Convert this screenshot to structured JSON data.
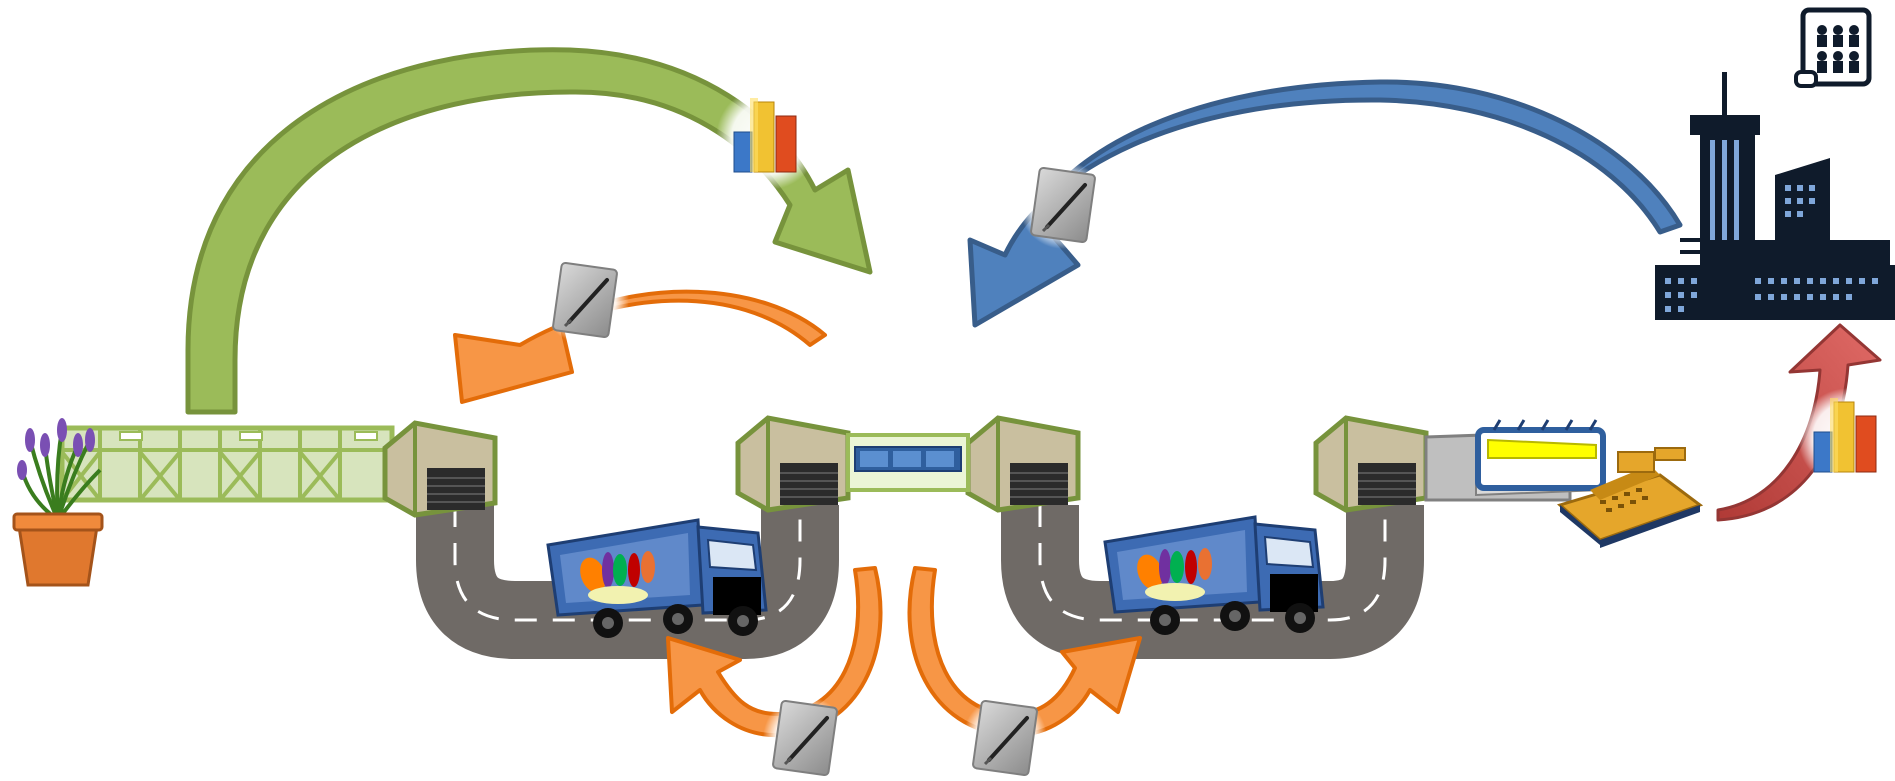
{
  "diagram": {
    "kind": "supply-chain flow",
    "colors": {
      "green": "#9bbb59",
      "green_dark": "#77933c",
      "orange": "#f79646",
      "orange_dark": "#e36c09",
      "blue": "#4f81bd",
      "blue_dark": "#385d8a",
      "red": "#c0504d",
      "road": "#6f6a66",
      "warehouse": "#c9bf9f",
      "truck": "#3d6bb3",
      "building": "#0f1b2b"
    },
    "icons": [
      "plant-pot-icon",
      "greenhouse-icon",
      "warehouse-icon",
      "road-icon",
      "truck-icon",
      "conveyor-icon",
      "store-counter-icon",
      "cash-register-icon",
      "headquarters-building-icon",
      "chess-strategy-icon",
      "bar-chart-icon",
      "document-icon",
      "arrow-icon"
    ],
    "nodes": [
      "plant",
      "greenhouse",
      "warehouse-1",
      "truck-1",
      "warehouse-2",
      "connector",
      "warehouse-3",
      "truck-2",
      "warehouse-4",
      "store",
      "cash-register",
      "headquarters",
      "strategy"
    ],
    "flows": [
      {
        "from": "greenhouse",
        "to": "center",
        "color": "green",
        "carries": "bar-chart"
      },
      {
        "from": "headquarters",
        "to": "center",
        "color": "blue",
        "carries": "document"
      },
      {
        "from": "center",
        "to": "warehouse-1",
        "color": "orange",
        "carries": "document"
      },
      {
        "from": "center",
        "to": "truck-1",
        "color": "orange",
        "carries": "document"
      },
      {
        "from": "center",
        "to": "truck-2",
        "color": "orange",
        "carries": "document"
      },
      {
        "from": "cash-register",
        "to": "headquarters",
        "color": "red",
        "carries": "bar-chart"
      }
    ]
  }
}
